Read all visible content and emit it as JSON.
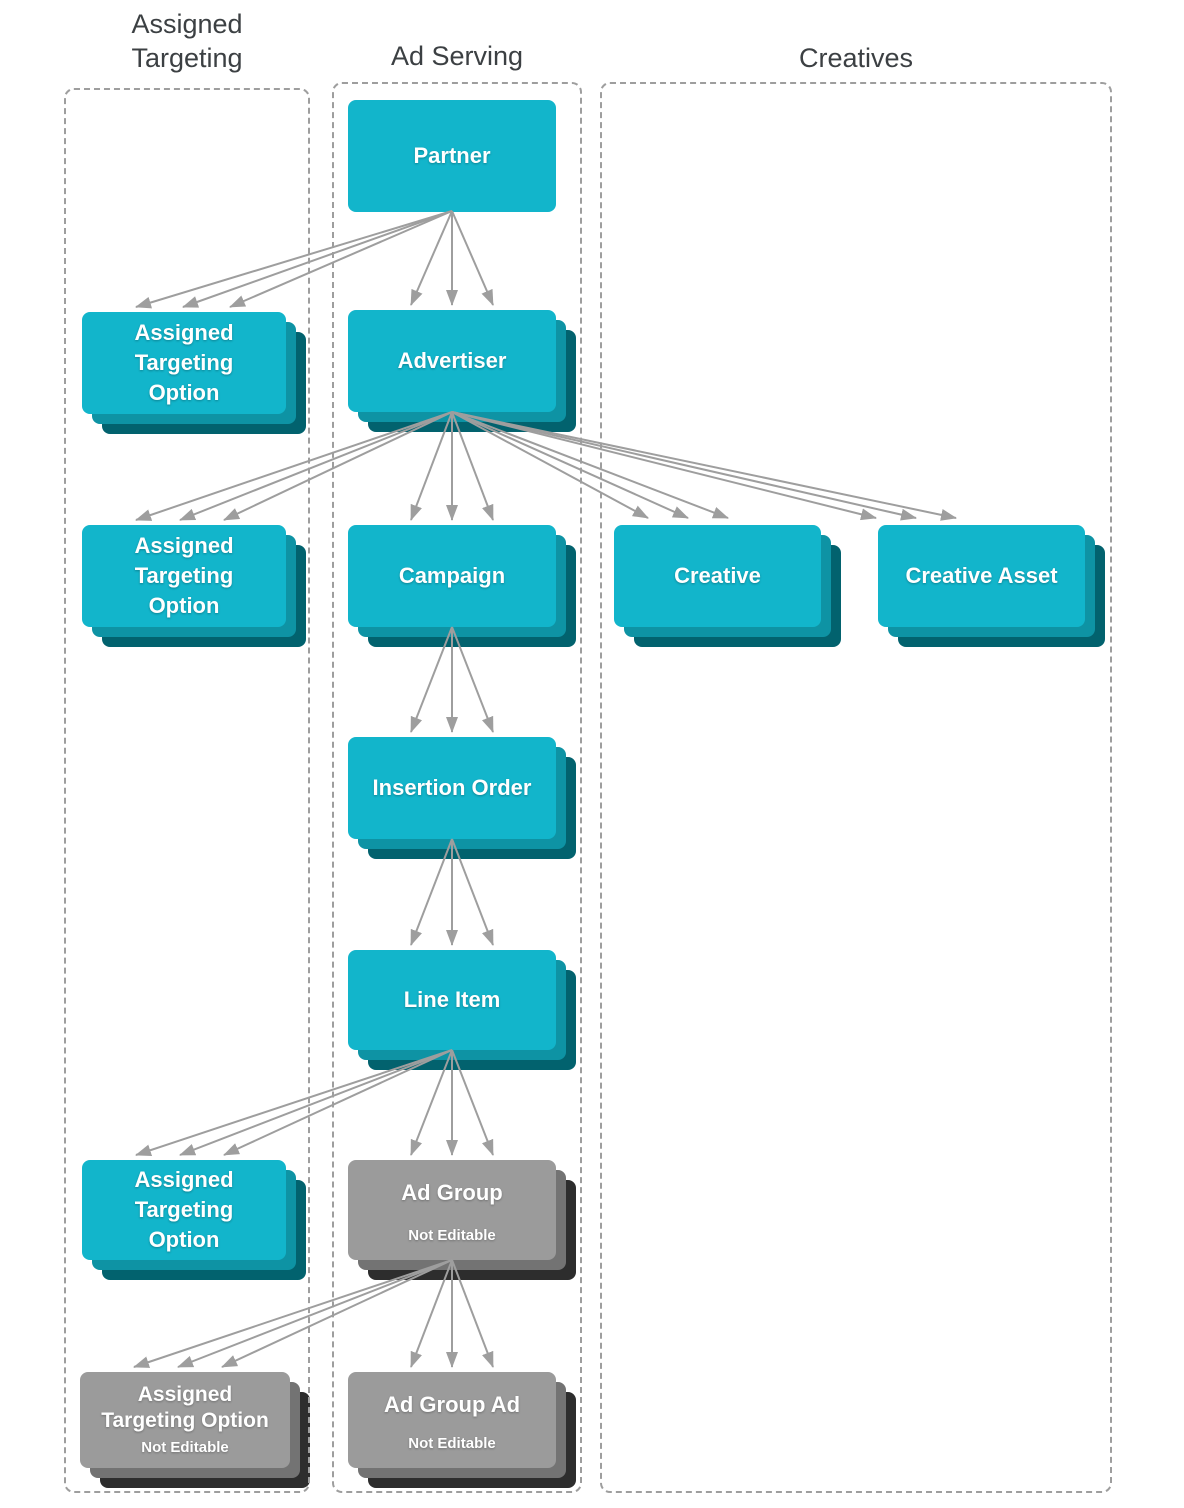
{
  "diagram": {
    "kind": "entity-hierarchy",
    "columns": [
      {
        "id": "assigned-targeting",
        "label": "Assigned Targeting"
      },
      {
        "id": "ad-serving",
        "label": "Ad Serving"
      },
      {
        "id": "creatives",
        "label": "Creatives"
      }
    ],
    "nodes": {
      "partner": {
        "label": "Partner",
        "column": "Ad Serving",
        "editable": true,
        "stacked": false
      },
      "ato_partner": {
        "label": "Assigned Targeting Option",
        "column": "Assigned Targeting",
        "editable": true,
        "stacked": true
      },
      "advertiser": {
        "label": "Advertiser",
        "column": "Ad Serving",
        "editable": true,
        "stacked": true
      },
      "ato_advertiser": {
        "label": "Assigned Targeting Option",
        "column": "Assigned Targeting",
        "editable": true,
        "stacked": true
      },
      "campaign": {
        "label": "Campaign",
        "column": "Ad Serving",
        "editable": true,
        "stacked": true
      },
      "creative": {
        "label": "Creative",
        "column": "Creatives",
        "editable": true,
        "stacked": true
      },
      "creative_asset": {
        "label": "Creative Asset",
        "column": "Creatives",
        "editable": true,
        "stacked": true
      },
      "insertion_order": {
        "label": "Insertion Order",
        "column": "Ad Serving",
        "editable": true,
        "stacked": true
      },
      "line_item": {
        "label": "Line Item",
        "column": "Ad Serving",
        "editable": true,
        "stacked": true
      },
      "ato_line_item": {
        "label": "Assigned Targeting Option",
        "column": "Assigned Targeting",
        "editable": true,
        "stacked": true
      },
      "ad_group": {
        "label": "Ad Group",
        "sublabel": "Not Editable",
        "column": "Ad Serving",
        "editable": false,
        "stacked": true
      },
      "ato_ad_group": {
        "label": "Assigned Targeting Option",
        "sublabel": "Not Editable",
        "column": "Assigned Targeting",
        "editable": false,
        "stacked": true
      },
      "ad_group_ad": {
        "label": "Ad Group Ad",
        "sublabel": "Not Editable",
        "column": "Ad Serving",
        "editable": false,
        "stacked": true
      }
    },
    "edges": [
      {
        "from": "partner",
        "to": "ato_partner",
        "arrows": 3
      },
      {
        "from": "partner",
        "to": "advertiser",
        "arrows": 3
      },
      {
        "from": "advertiser",
        "to": "ato_advertiser",
        "arrows": 3
      },
      {
        "from": "advertiser",
        "to": "campaign",
        "arrows": 3
      },
      {
        "from": "advertiser",
        "to": "creative",
        "arrows": 3
      },
      {
        "from": "advertiser",
        "to": "creative_asset",
        "arrows": 3
      },
      {
        "from": "campaign",
        "to": "insertion_order",
        "arrows": 3
      },
      {
        "from": "insertion_order",
        "to": "line_item",
        "arrows": 3
      },
      {
        "from": "line_item",
        "to": "ato_line_item",
        "arrows": 3
      },
      {
        "from": "line_item",
        "to": "ad_group",
        "arrows": 3
      },
      {
        "from": "ad_group",
        "to": "ato_ad_group",
        "arrows": 3
      },
      {
        "from": "ad_group",
        "to": "ad_group_ad",
        "arrows": 3
      }
    ],
    "colors": {
      "editable_box": "#12b5cb",
      "editable_stack_mid": "#0e93a4",
      "editable_stack_dark": "#02626e",
      "not_editable_box": "#9b9b9b",
      "not_editable_stack_mid": "#737373",
      "not_editable_stack_dark": "#2d2d2d",
      "arrow": "#9e9e9e",
      "column_border": "#9e9e9e",
      "header_text": "#3c4043"
    }
  }
}
